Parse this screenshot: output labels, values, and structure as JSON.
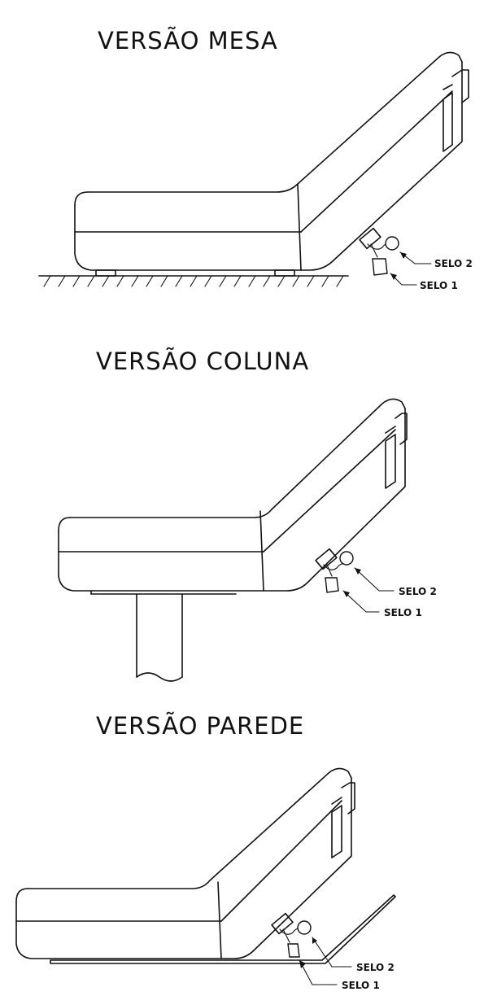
{
  "views": [
    {
      "id": "mesa",
      "title": "VERSÃO MESA",
      "seal2_label": "SELO 2",
      "seal1_label": "SELO 1"
    },
    {
      "id": "coluna",
      "title": "VERSÃO COLUNA",
      "seal2_label": "SELO 2",
      "seal1_label": "SELO 1"
    },
    {
      "id": "parede",
      "title": "VERSÃO PAREDE",
      "seal2_label": "SELO 2",
      "seal1_label": "SELO 1"
    }
  ]
}
